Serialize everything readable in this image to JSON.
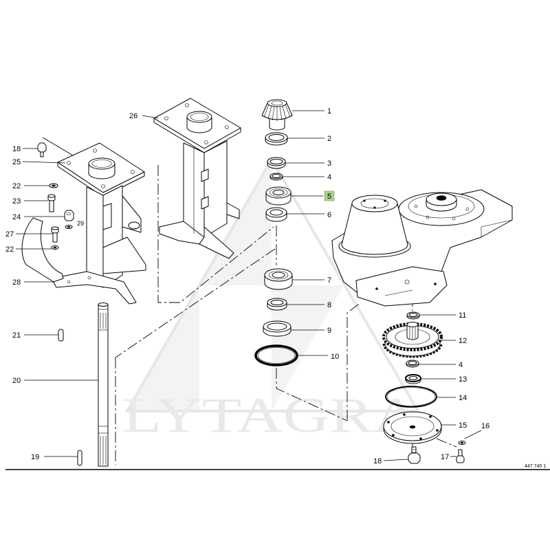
{
  "watermark": {
    "text": "LYTAGRA"
  },
  "drawing_number": "447 740 1",
  "colors": {
    "highlight": "#a9cf8c",
    "line": "#000000",
    "watermark": "#e9e9e9"
  },
  "callouts": [
    {
      "label": "1"
    },
    {
      "label": "2"
    },
    {
      "label": "3"
    },
    {
      "label": "4"
    },
    {
      "label": "5",
      "highlighted": true
    },
    {
      "label": "6"
    },
    {
      "label": "7"
    },
    {
      "label": "8"
    },
    {
      "label": "9"
    },
    {
      "label": "10"
    },
    {
      "label": "11"
    },
    {
      "label": "12"
    },
    {
      "label": "4"
    },
    {
      "label": "13"
    },
    {
      "label": "14"
    },
    {
      "label": "15"
    },
    {
      "label": "16"
    },
    {
      "label": "17"
    },
    {
      "label": "18"
    },
    {
      "label": "26"
    },
    {
      "label": "18"
    },
    {
      "label": "25"
    },
    {
      "label": "22"
    },
    {
      "label": "23"
    },
    {
      "label": "24"
    },
    {
      "label": "29"
    },
    {
      "label": "27"
    },
    {
      "label": "22"
    },
    {
      "label": "28"
    },
    {
      "label": "21"
    },
    {
      "label": "20"
    },
    {
      "label": "19"
    }
  ]
}
